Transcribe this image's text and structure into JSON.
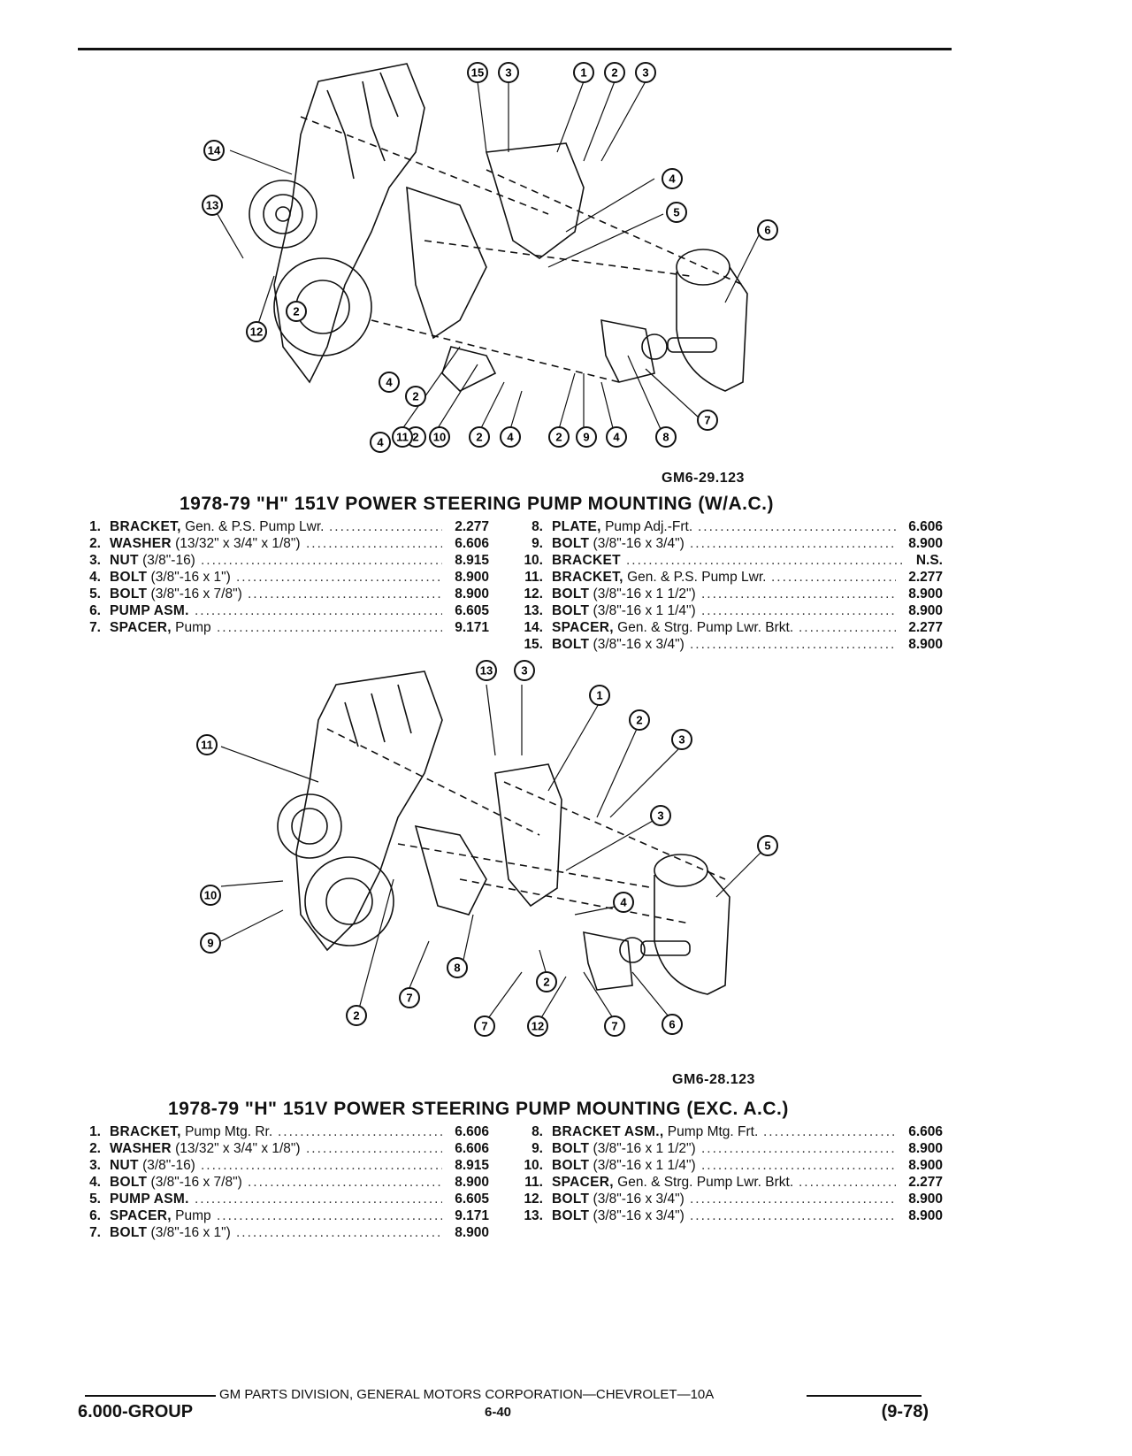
{
  "figure1": {
    "code": "GM6-29.123",
    "callouts": [
      "15",
      "3",
      "1",
      "2",
      "3",
      "14",
      "13",
      "4",
      "5",
      "6",
      "2",
      "12",
      "2",
      "4",
      "2",
      "4",
      "11",
      "10",
      "2",
      "4",
      "2",
      "9",
      "4",
      "8",
      "7"
    ]
  },
  "section1": {
    "title": "1978-79 \"H\" 151V POWER STEERING PUMP MOUNTING (W/A.C.)",
    "left": [
      {
        "num": "1.",
        "bold": "BRACKET,",
        "rest": " Gen. & P.S. Pump Lwr.",
        "code": "2.277"
      },
      {
        "num": "2.",
        "bold": "WASHER",
        "rest": " (13/32\" x 3/4\" x 1/8\")",
        "code": "6.606"
      },
      {
        "num": "3.",
        "bold": "NUT",
        "rest": " (3/8\"-16)",
        "code": "8.915"
      },
      {
        "num": "4.",
        "bold": "BOLT",
        "rest": " (3/8\"-16 x 1\")",
        "code": "8.900"
      },
      {
        "num": "5.",
        "bold": "BOLT",
        "rest": " (3/8\"-16 x 7/8\")",
        "code": "8.900"
      },
      {
        "num": "6.",
        "bold": "PUMP ASM.",
        "rest": "",
        "code": "6.605"
      },
      {
        "num": "7.",
        "bold": "SPACER,",
        "rest": " Pump",
        "code": "9.171"
      }
    ],
    "right": [
      {
        "num": "8.",
        "bold": "PLATE,",
        "rest": " Pump Adj.-Frt.",
        "code": "6.606"
      },
      {
        "num": "9.",
        "bold": "BOLT",
        "rest": " (3/8\"-16 x 3/4\")",
        "code": "8.900"
      },
      {
        "num": "10.",
        "bold": "BRACKET",
        "rest": "",
        "code": "N.S."
      },
      {
        "num": "11.",
        "bold": "BRACKET,",
        "rest": " Gen. & P.S. Pump Lwr.",
        "code": "2.277"
      },
      {
        "num": "12.",
        "bold": "BOLT",
        "rest": " (3/8\"-16 x 1 1/2\")",
        "code": "8.900"
      },
      {
        "num": "13.",
        "bold": "BOLT",
        "rest": " (3/8\"-16 x 1 1/4\")",
        "code": "8.900"
      },
      {
        "num": "14.",
        "bold": "SPACER,",
        "rest": " Gen. & Strg. Pump Lwr. Brkt.",
        "code": "2.277"
      },
      {
        "num": "15.",
        "bold": "BOLT",
        "rest": " (3/8\"-16 x 3/4\")",
        "code": "8.900"
      }
    ]
  },
  "figure2": {
    "code": "GM6-28.123",
    "callouts": [
      "13",
      "3",
      "1",
      "2",
      "3",
      "11",
      "3",
      "5",
      "10",
      "4",
      "9",
      "2",
      "8",
      "7",
      "2",
      "7",
      "12",
      "7",
      "6"
    ]
  },
  "section2": {
    "title": "1978-79 \"H\" 151V POWER STEERING PUMP MOUNTING (EXC. A.C.)",
    "left": [
      {
        "num": "1.",
        "bold": "BRACKET,",
        "rest": " Pump Mtg. Rr.",
        "code": "6.606"
      },
      {
        "num": "2.",
        "bold": "WASHER",
        "rest": " (13/32\" x 3/4\" x 1/8\")",
        "code": "6.606"
      },
      {
        "num": "3.",
        "bold": "NUT",
        "rest": " (3/8\"-16)",
        "code": "8.915"
      },
      {
        "num": "4.",
        "bold": "BOLT",
        "rest": " (3/8\"-16 x 7/8\")",
        "code": "8.900"
      },
      {
        "num": "5.",
        "bold": "PUMP ASM.",
        "rest": "",
        "code": "6.605"
      },
      {
        "num": "6.",
        "bold": "SPACER,",
        "rest": " Pump",
        "code": "9.171"
      },
      {
        "num": "7.",
        "bold": "BOLT",
        "rest": " (3/8\"-16 x 1\")",
        "code": "8.900"
      }
    ],
    "right": [
      {
        "num": "8.",
        "bold": "BRACKET ASM.,",
        "rest": " Pump Mtg. Frt.",
        "code": "6.606"
      },
      {
        "num": "9.",
        "bold": "BOLT",
        "rest": " (3/8\"-16 x 1 1/2\")",
        "code": "8.900"
      },
      {
        "num": "10.",
        "bold": "BOLT",
        "rest": " (3/8\"-16 x 1 1/4\")",
        "code": "8.900"
      },
      {
        "num": "11.",
        "bold": "SPACER,",
        "rest": " Gen. & Strg. Pump Lwr. Brkt.",
        "code": "2.277"
      },
      {
        "num": "12.",
        "bold": "BOLT",
        "rest": " (3/8\"-16 x 3/4\")",
        "code": "8.900"
      },
      {
        "num": "13.",
        "bold": "BOLT",
        "rest": " (3/8\"-16 x 3/4\")",
        "code": "8.900"
      }
    ]
  },
  "footer": {
    "division": "GM PARTS DIVISION, GENERAL MOTORS CORPORATION—CHEVROLET—10A",
    "group": "6.000-GROUP",
    "page": "6-40",
    "date": "(9-78)"
  }
}
